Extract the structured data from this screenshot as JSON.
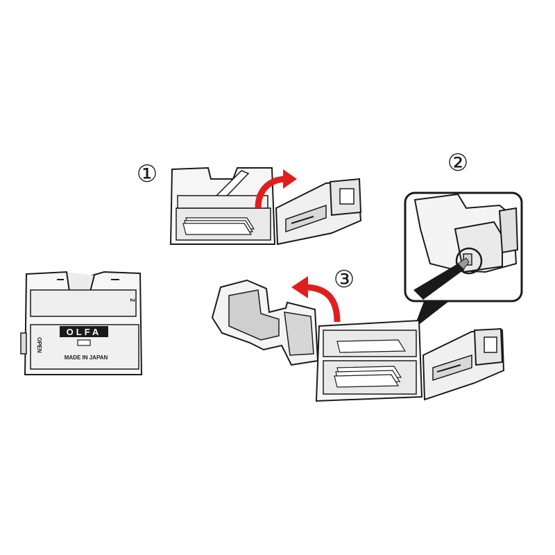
{
  "product": {
    "brand": "OLFA",
    "origin_text": "MADE IN JAPAN",
    "open_text": "OPEN",
    "side_mark": "2"
  },
  "steps": [
    {
      "label": "①"
    },
    {
      "label": "②"
    },
    {
      "label": "③"
    }
  ],
  "colors": {
    "arrow": "#e01e1e",
    "line": "#1a1a1a",
    "case_fill": "#f4f4f4",
    "shade": "#cfcfcf",
    "dark_shade": "#9a9a9a"
  }
}
